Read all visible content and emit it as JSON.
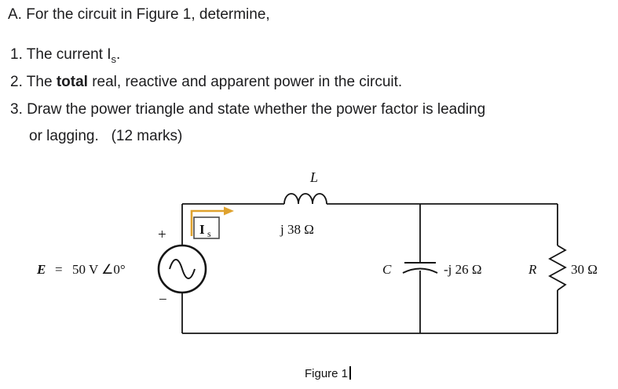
{
  "problem": {
    "intro": "A. For the circuit in Figure 1, determine,",
    "item1_pre": "1. The current I",
    "item1_sub": "s",
    "item1_post": ".",
    "item2_pre": "2. The ",
    "item2_bold": "total",
    "item2_post": " real, reactive and apparent power in the circuit.",
    "item3_line1": "3. Draw the power triangle and state whether the power factor is leading",
    "item3_line2": "or lagging.   (12 marks)"
  },
  "circuit": {
    "source": {
      "name": "E",
      "equals": "=",
      "value": "50 V ∠0°",
      "plus": "+",
      "minus": "−"
    },
    "current": {
      "name": "I",
      "sub": "s"
    },
    "inductor": {
      "name": "L",
      "value": "j 38 Ω"
    },
    "capacitor": {
      "name": "C",
      "value": "-j 26 Ω"
    },
    "resistor": {
      "name": "R",
      "value": "30 Ω"
    },
    "caption": "Figure 1"
  },
  "colors": {
    "arrow": "#DFA22E",
    "wire": "#151515",
    "current_sub": "#B07D2A",
    "current_main": "#1B2430"
  }
}
